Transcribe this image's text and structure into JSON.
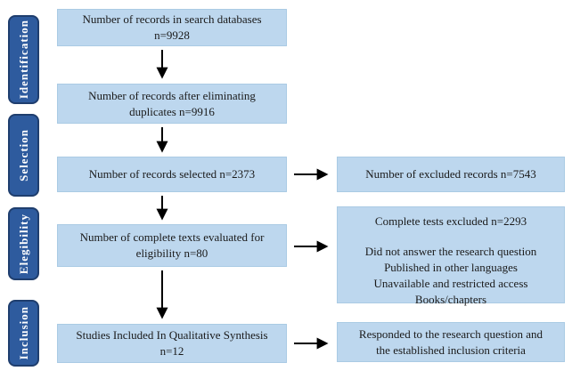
{
  "stages": [
    {
      "label": "Identification"
    },
    {
      "label": "Selection"
    },
    {
      "label": "Elegibility"
    },
    {
      "label": "Inclusion"
    }
  ],
  "main_flow": [
    {
      "lines": [
        "Number of records in search databases",
        "n=9928"
      ]
    },
    {
      "lines": [
        "Number of records after eliminating",
        "duplicates n=9916"
      ]
    },
    {
      "lines": [
        "Number of records selected n=2373"
      ]
    },
    {
      "lines": [
        "Number of complete texts evaluated for",
        "eligibility n=80"
      ]
    },
    {
      "lines": [
        "Studies Included In Qualitative Synthesis",
        "n=12"
      ]
    }
  ],
  "side_flow": [
    {
      "lines": [
        "Number of excluded records n=7543"
      ]
    },
    {
      "title": "Complete tests excluded n=2293",
      "reasons": [
        "Did not answer the research question",
        "Published in other languages",
        "Unavailable and restricted access",
        "Books/chapters"
      ]
    },
    {
      "lines": [
        "Responded to the research question and",
        "the established inclusion criteria"
      ]
    }
  ],
  "colors": {
    "stage_fill": "#2e5b9e",
    "stage_border": "#1f3e6e",
    "stage_text": "#ffffff",
    "box_fill": "#bdd7ee",
    "box_border": "#aacbe4",
    "text": "#1a1a1a",
    "arrow": "#000000"
  }
}
